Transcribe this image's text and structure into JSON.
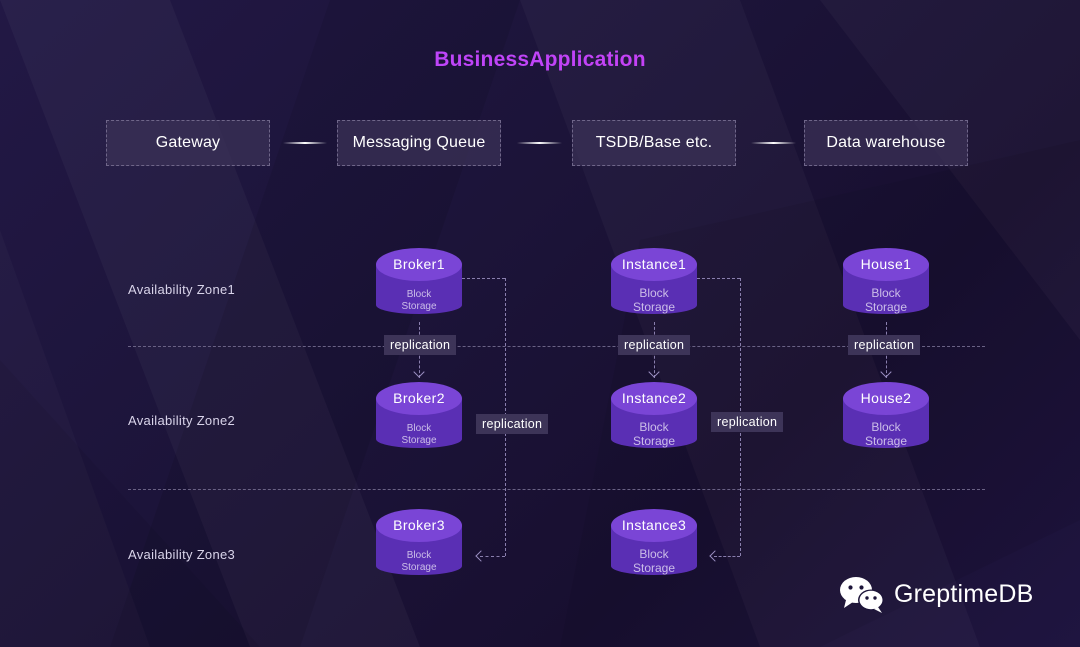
{
  "title": "BusinessApplication",
  "pipeline": [
    {
      "label": "Gateway"
    },
    {
      "label": "Messaging Queue"
    },
    {
      "label": "TSDB/Base etc."
    },
    {
      "label": "Data warehouse"
    }
  ],
  "zones": [
    "Availability Zone1",
    "Availability Zone2",
    "Availability Zone3"
  ],
  "nodes": {
    "broker1": {
      "name": "Broker1",
      "storage_line1": "Block",
      "storage_line2": "Storage"
    },
    "broker2": {
      "name": "Broker2",
      "storage_line1": "Block",
      "storage_line2": "Storage"
    },
    "broker3": {
      "name": "Broker3",
      "storage_line1": "Block",
      "storage_line2": "Storage"
    },
    "instance1": {
      "name": "Instance1",
      "storage_line1": "Block",
      "storage_line2": "Storage"
    },
    "instance2": {
      "name": "Instance2",
      "storage_line1": "Block",
      "storage_line2": "Storage"
    },
    "instance3": {
      "name": "Instance3",
      "storage_line1": "Block",
      "storage_line2": "Storage"
    },
    "house1": {
      "name": "House1",
      "storage_line1": "Block",
      "storage_line2": "Storage"
    },
    "house2": {
      "name": "House2",
      "storage_line1": "Block",
      "storage_line2": "Storage"
    }
  },
  "replication_label": "replication",
  "brand": {
    "name": "GreptimeDB",
    "icon": "wechat-icon"
  },
  "colors": {
    "title_gradient_start": "#b14bff",
    "title_gradient_end": "#d13cf0",
    "cylinder_cap": "#7a45d6",
    "cylinder_body": "#5a2fb4",
    "background": "#1c1439"
  }
}
